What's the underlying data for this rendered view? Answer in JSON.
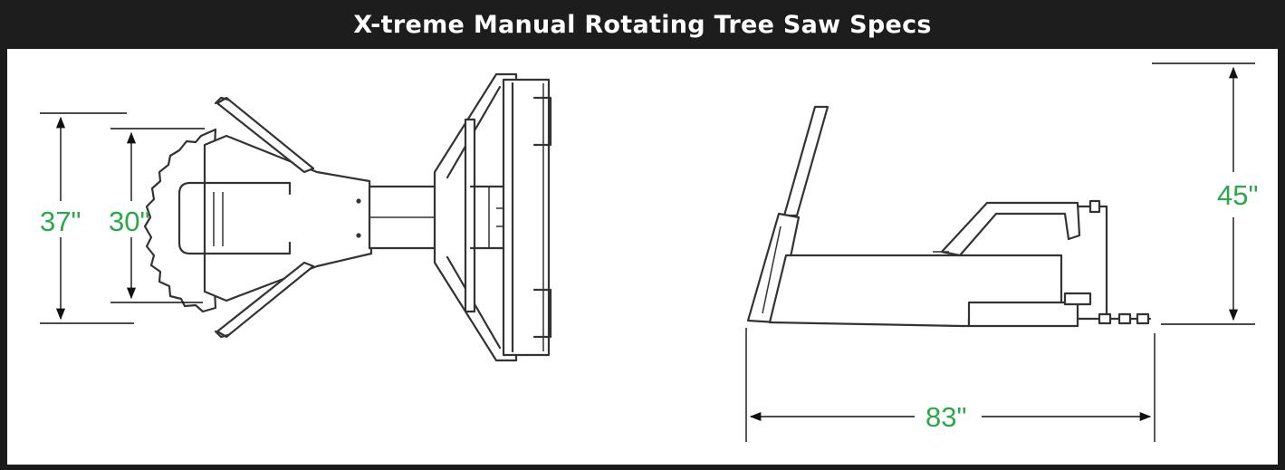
{
  "title": "X-treme Manual Rotating Tree Saw Specs",
  "dimensions": {
    "overall_width": "37\"",
    "blade_diameter": "30\"",
    "height": "45\"",
    "length": "83\""
  },
  "colors": {
    "title_bar": "#1d1d1d",
    "title_text": "#ffffff",
    "dimension_text": "#2aa84a",
    "line_art": "#333333"
  }
}
